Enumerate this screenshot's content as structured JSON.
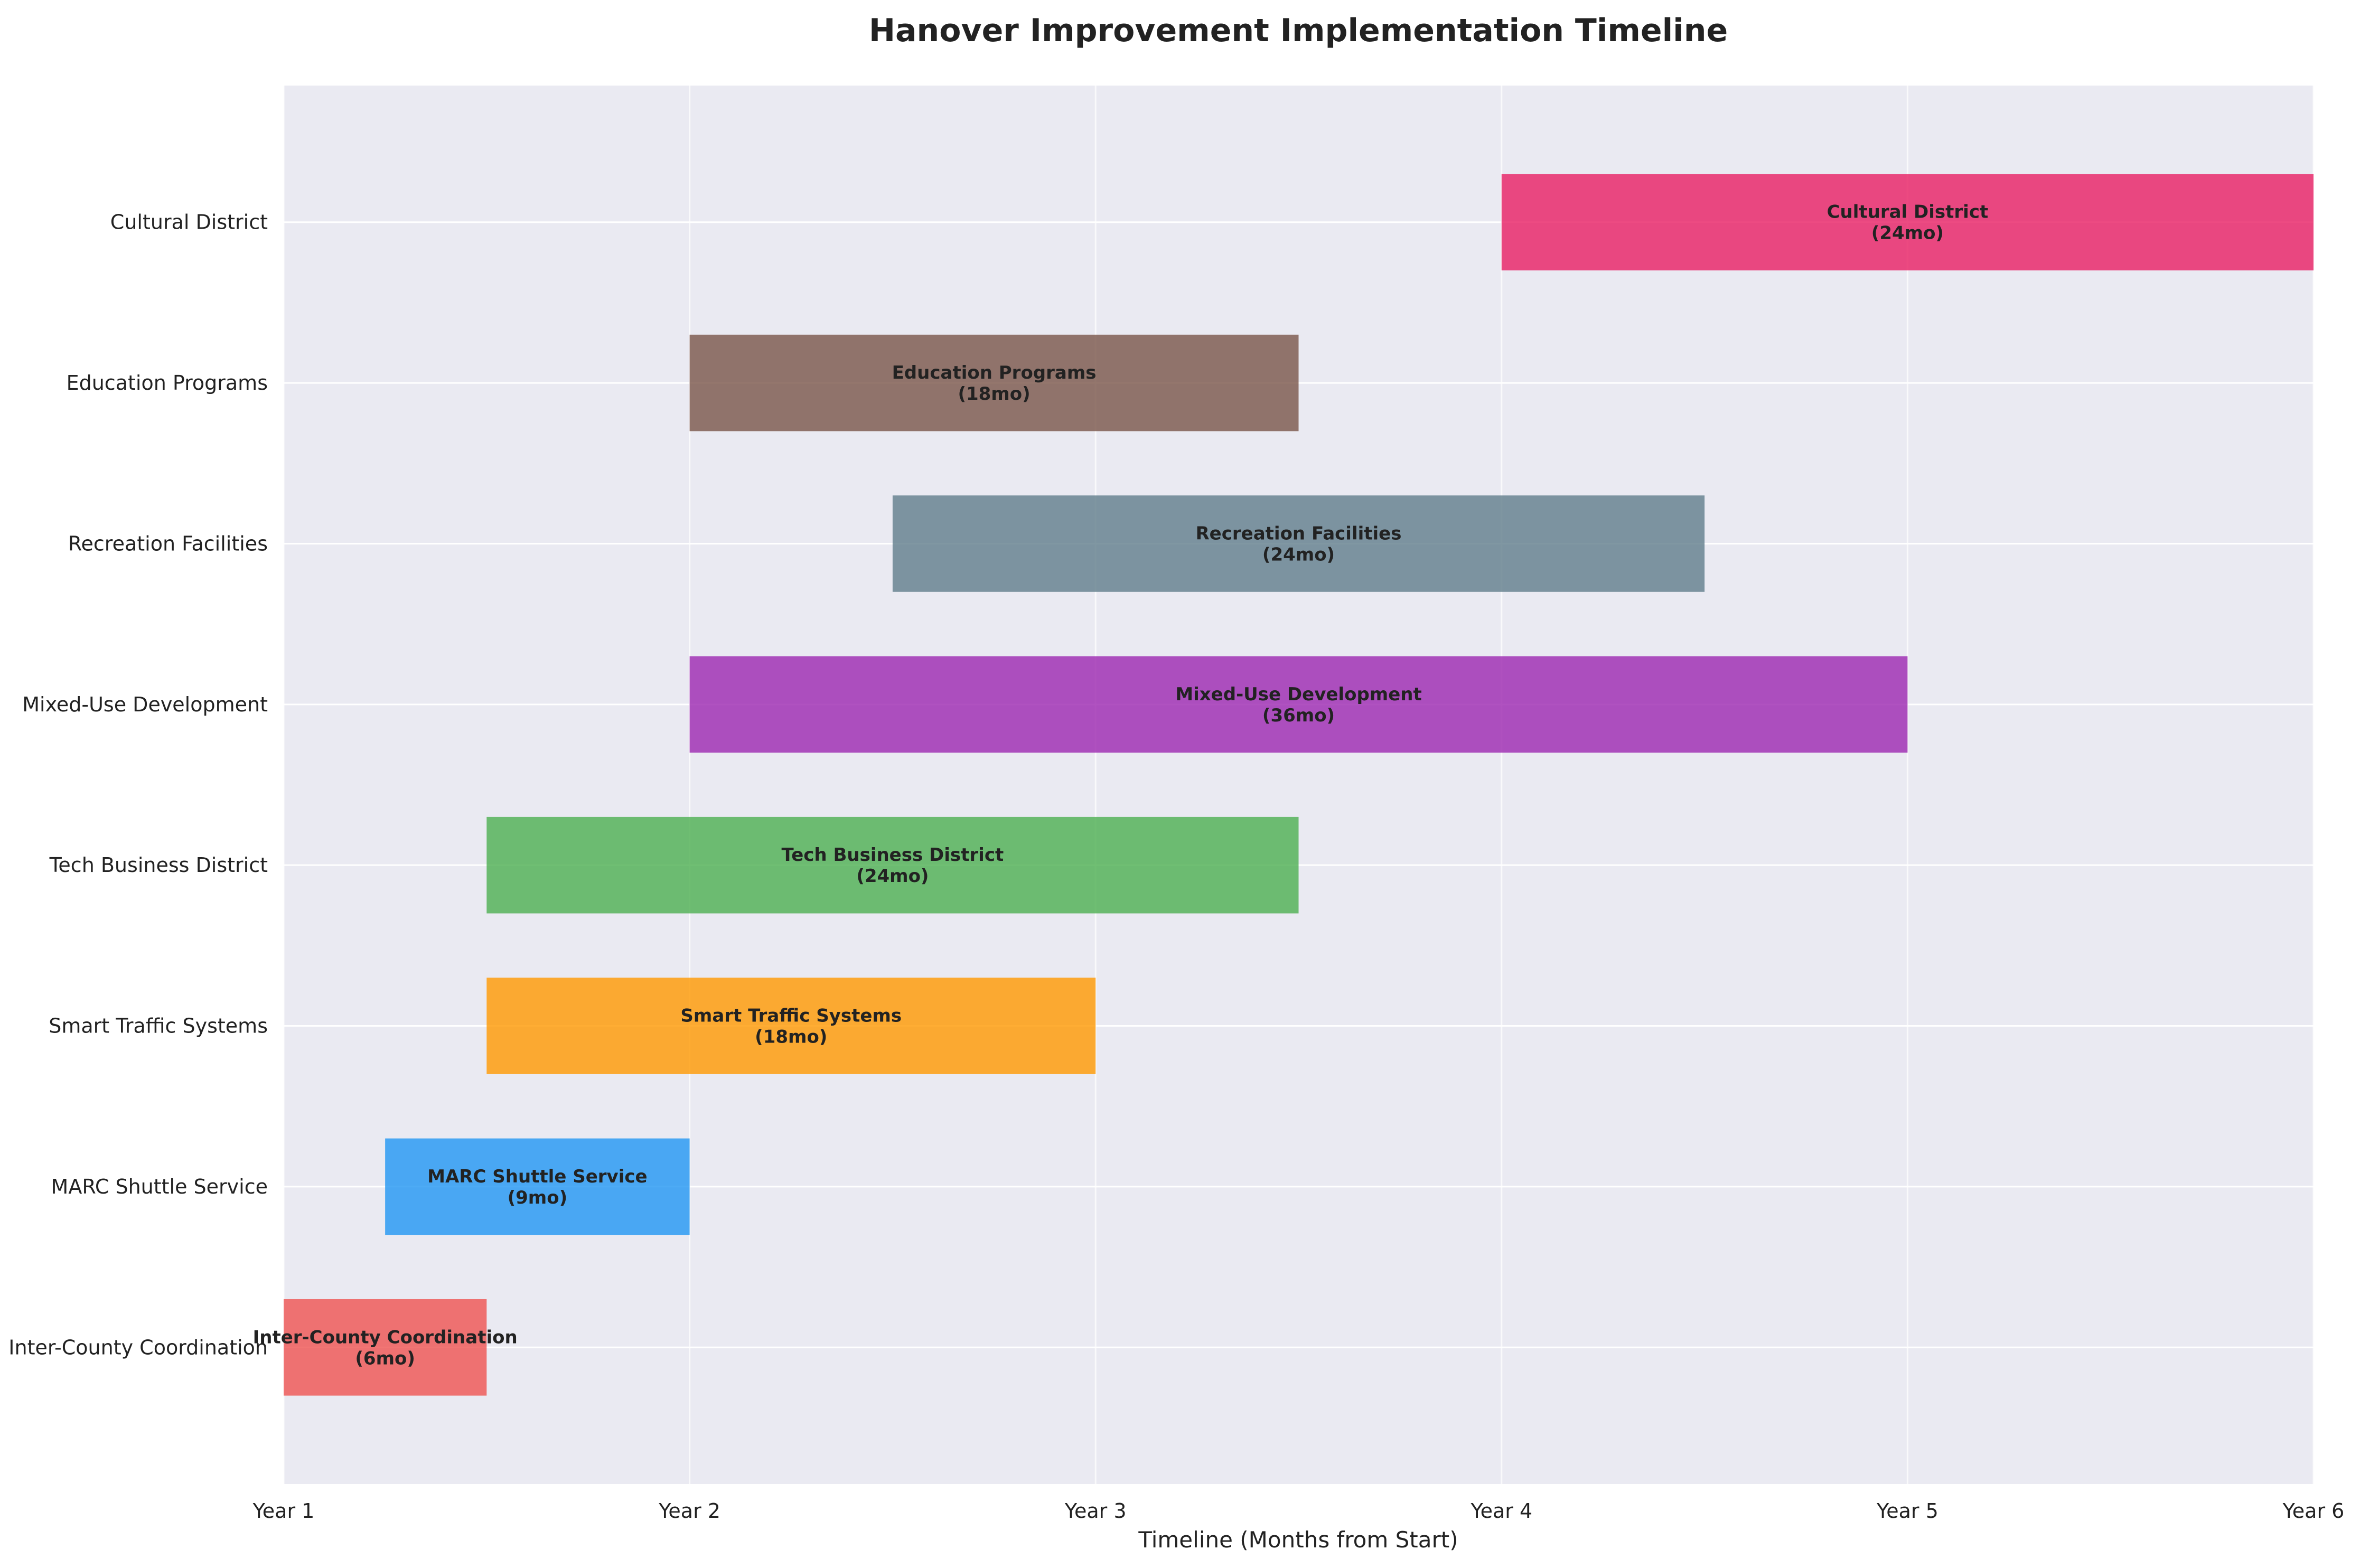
{
  "chart_data": {
    "type": "gantt",
    "title": "Hanover Improvement Implementation Timeline",
    "xlabel": "Timeline (Months from Start)",
    "ylabel": "",
    "xlim": [
      0,
      60
    ],
    "x_ticks": [
      {
        "value": 0,
        "label": "Year 1"
      },
      {
        "value": 12,
        "label": "Year 2"
      },
      {
        "value": 24,
        "label": "Year 3"
      },
      {
        "value": 36,
        "label": "Year 4"
      },
      {
        "value": 48,
        "label": "Year 5"
      },
      {
        "value": 60,
        "label": "Year 6"
      }
    ],
    "grid": true,
    "background_color": "#eaeaf2",
    "tasks": [
      {
        "name": "Inter-County Coordination",
        "start": 0,
        "duration": 6,
        "label": "Inter-County Coordination",
        "duration_label": "(6mo)",
        "color": "#ef5350"
      },
      {
        "name": "MARC Shuttle Service",
        "start": 3,
        "duration": 9,
        "label": "MARC Shuttle Service",
        "duration_label": "(9mo)",
        "color": "#2196f3"
      },
      {
        "name": "Smart Traffic Systems",
        "start": 6,
        "duration": 18,
        "label": "Smart Traffic Systems",
        "duration_label": "(18mo)",
        "color": "#ff9800"
      },
      {
        "name": "Tech Business District",
        "start": 6,
        "duration": 24,
        "label": "Tech Business District",
        "duration_label": "(24mo)",
        "color": "#4caf50"
      },
      {
        "name": "Mixed-Use Development",
        "start": 12,
        "duration": 36,
        "label": "Mixed-Use Development",
        "duration_label": "(36mo)",
        "color": "#9c27b0"
      },
      {
        "name": "Recreation Facilities",
        "start": 18,
        "duration": 24,
        "label": "Recreation Facilities",
        "duration_label": "(24mo)",
        "color": "#607d8b"
      },
      {
        "name": "Education Programs",
        "start": 12,
        "duration": 18,
        "label": "Education Programs",
        "duration_label": "(18mo)",
        "color": "#795548"
      },
      {
        "name": "Cultural District",
        "start": 36,
        "duration": 24,
        "label": "Cultural District",
        "duration_label": "(24mo)",
        "color": "#e91e63"
      }
    ]
  }
}
